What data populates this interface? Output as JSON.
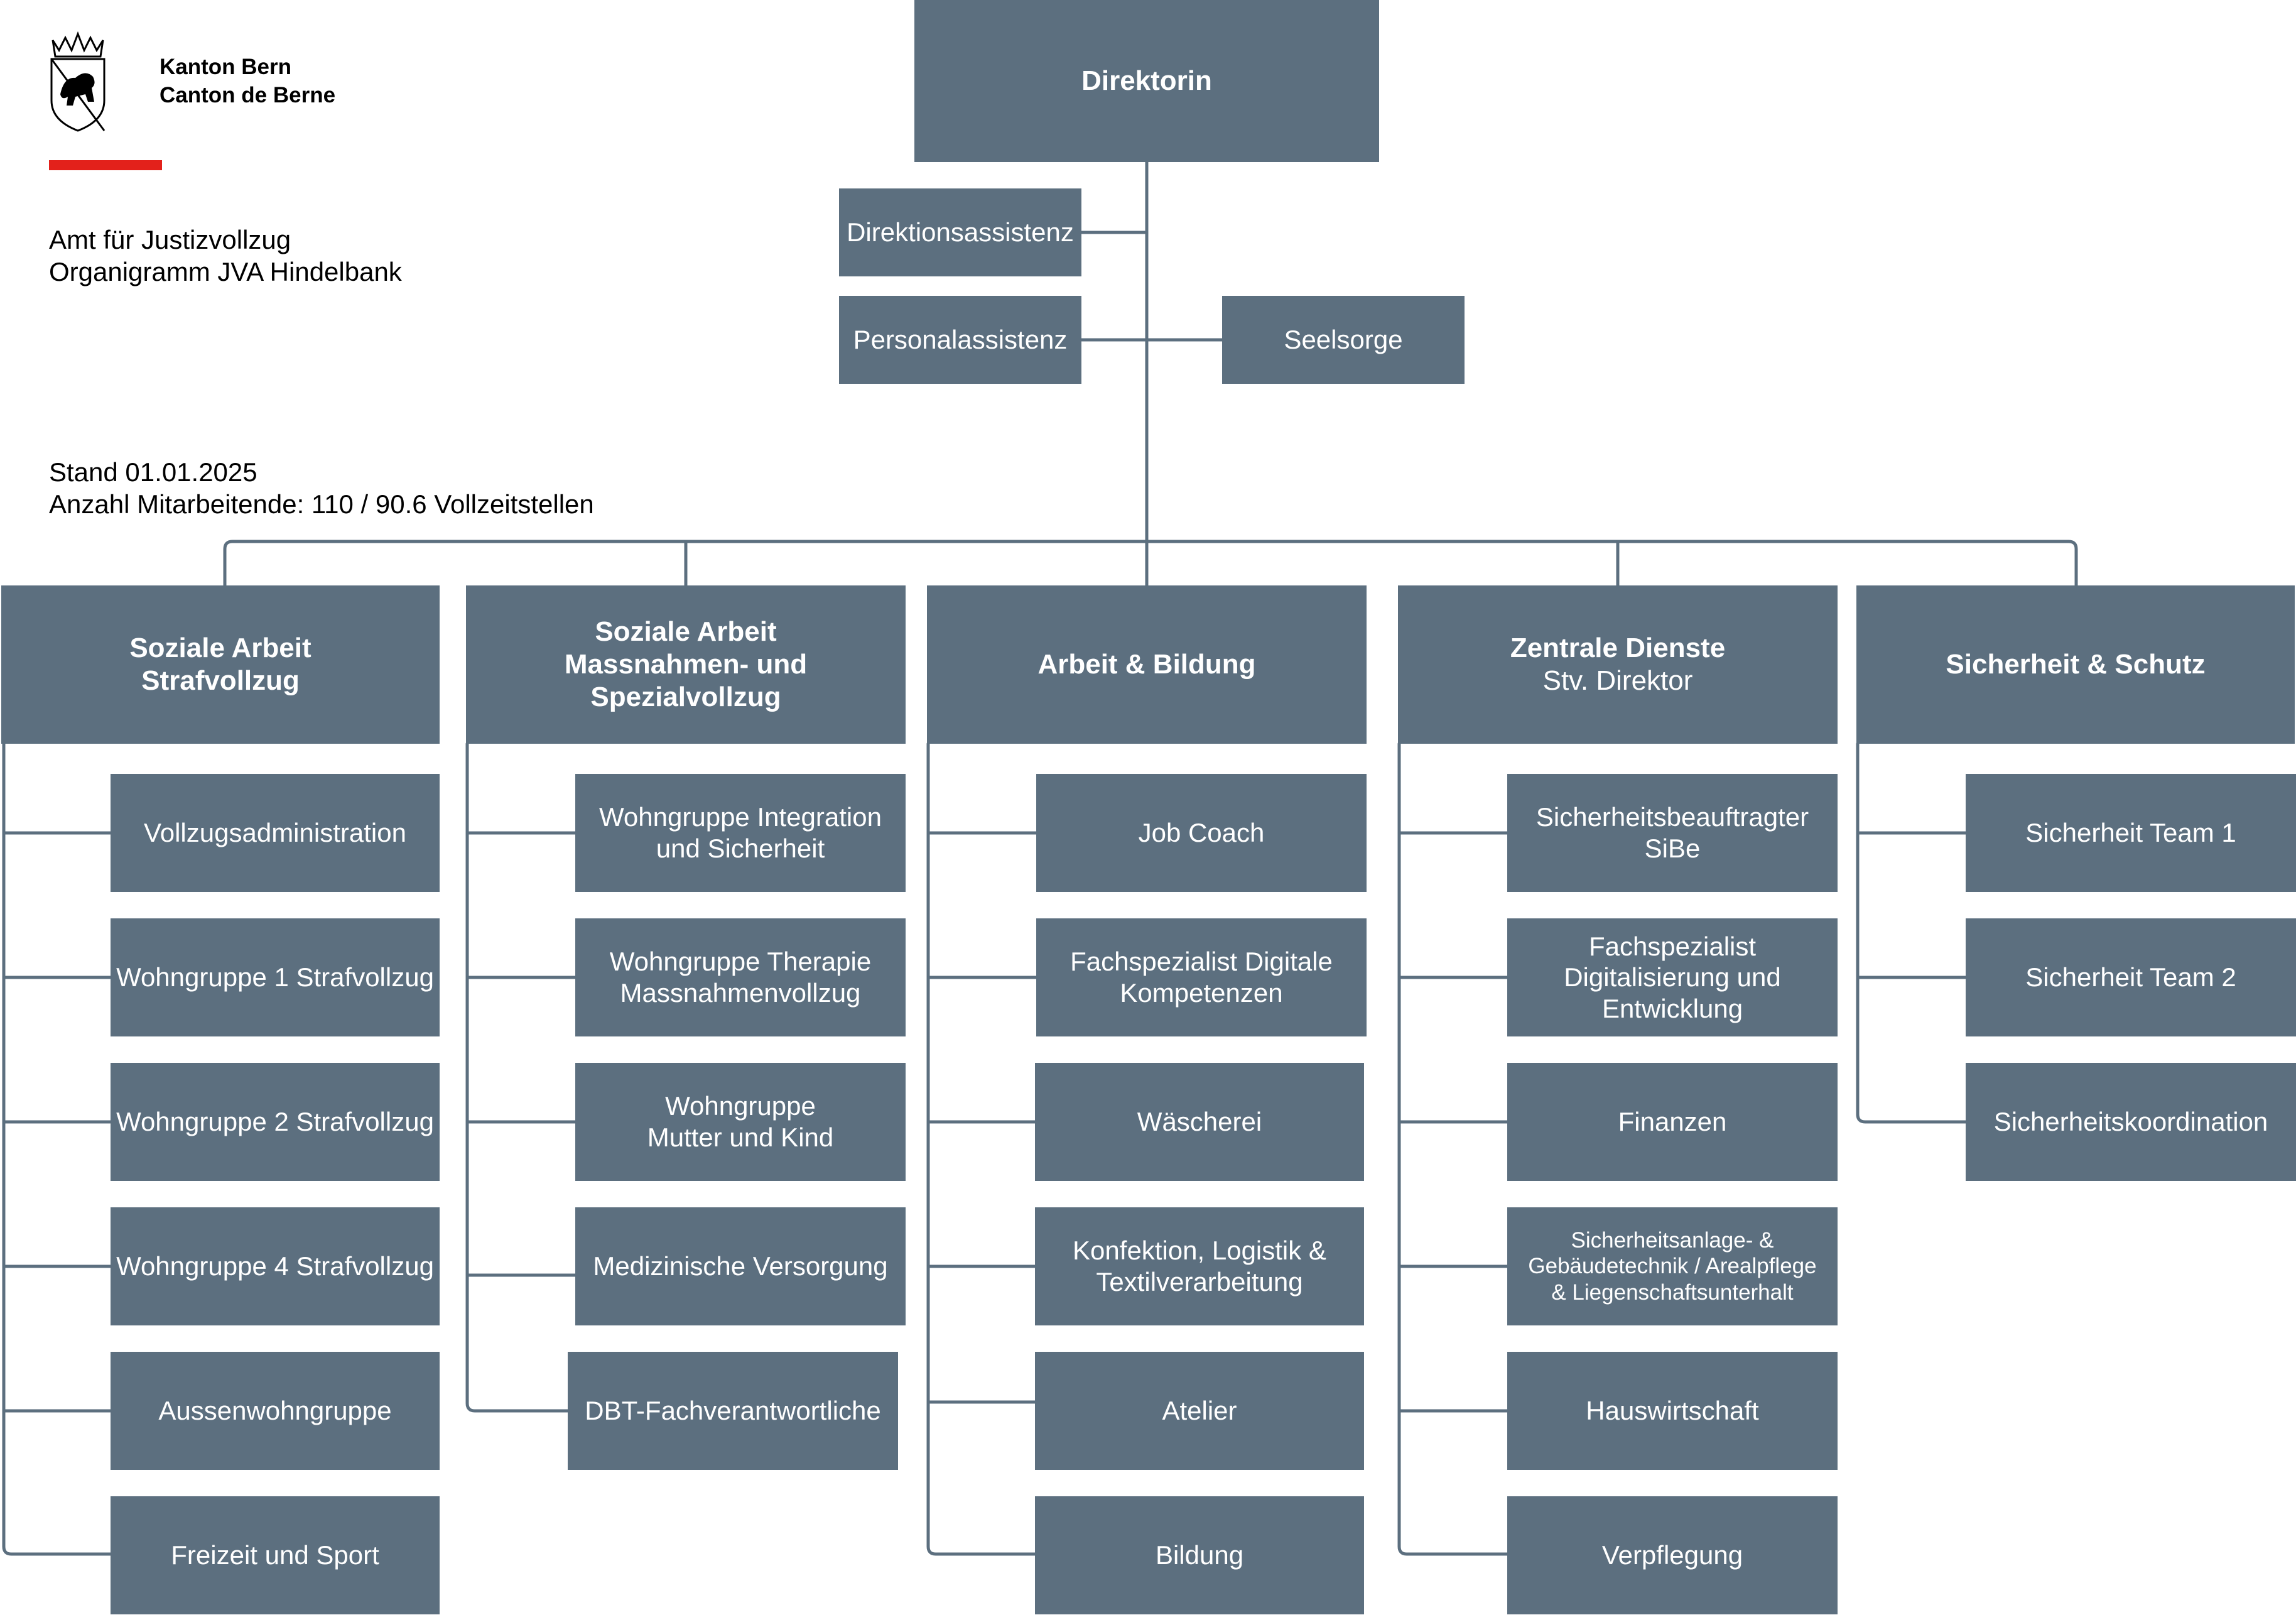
{
  "header": {
    "brand_line1": "Kanton Bern",
    "brand_line2": "Canton de Berne",
    "accent_color": "#e3211b",
    "logo_icon": "bern-coat-of-arms-icon"
  },
  "info": {
    "office": "Amt für Justizvollzug",
    "title": "Organigramm JVA Hindelbank",
    "date": "Stand 01.01.2025",
    "staff_count": "Anzahl Mitarbeitende: 110 / 90.6 Vollzeitstellen"
  },
  "colors": {
    "box": "#5c6f7f",
    "line": "#5c6f7f",
    "text": "#ffffff"
  },
  "org": {
    "director": "Direktorin",
    "staff_units": [
      "Direktionsassistenz",
      "Personalassistenz",
      "Seelsorge"
    ],
    "departments": [
      {
        "title": "Soziale Arbeit\nStrafvollzug",
        "subtitle": "",
        "units": [
          "Vollzugsadministration",
          "Wohngruppe 1 Strafvollzug",
          "Wohngruppe 2 Strafvollzug",
          "Wohngruppe 4 Strafvollzug",
          "Aussenwohngruppe",
          "Freizeit und Sport"
        ]
      },
      {
        "title": "Soziale Arbeit\nMassnahmen- und Spezialvollzug",
        "subtitle": "",
        "units": [
          "Wohngruppe Integration\nund Sicherheit",
          "Wohngruppe Therapie\nMassnahmenvollzug",
          "Wohngruppe\nMutter und Kind",
          "Medizinische Versorgung",
          "DBT-Fachverantwortliche"
        ]
      },
      {
        "title": "Arbeit & Bildung",
        "subtitle": "",
        "units": [
          "Job Coach",
          "Fachspezialist Digitale\nKompetenzen",
          "Wäscherei",
          "Konfektion, Logistik &\nTextilverarbeitung",
          "Atelier",
          "Bildung"
        ]
      },
      {
        "title": "Zentrale Dienste",
        "subtitle": "Stv. Direktor",
        "units": [
          "Sicherheitsbeauftragter\nSiBe",
          "Fachspezialist\nDigitalisierung und\nEntwicklung",
          "Finanzen",
          "Sicherheitsanlage- &\nGebäudetechnik / Arealpflege\n& Liegenschaftsunterhalt",
          "Hauswirtschaft",
          "Verpflegung"
        ]
      },
      {
        "title": "Sicherheit & Schutz",
        "subtitle": "",
        "units": [
          "Sicherheit Team 1",
          "Sicherheit Team 2",
          "Sicherheitskoordination"
        ]
      }
    ]
  }
}
